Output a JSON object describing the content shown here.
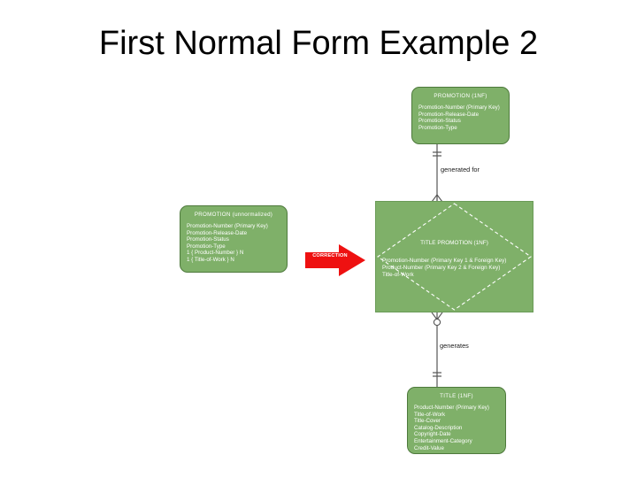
{
  "slide": {
    "title": "First Normal Form Example 2"
  },
  "colors": {
    "entity_fill": "#7fb069",
    "entity_border": "#4e7a3c",
    "arrow_red": "#ee1111",
    "text_white": "#ffffff",
    "text_black": "#000000",
    "background": "#ffffff"
  },
  "diagram": {
    "entities": [
      {
        "id": "promotion-unnormalized",
        "title": "PROMOTION (unnormalized)",
        "attributes": [
          "Promotion-Number (Primary Key)",
          "Promotion-Release-Date",
          "Promotion-Status",
          "Promotion-Type",
          "1 { Product-Number } N",
          "1 { Title-of-Work } N"
        ]
      },
      {
        "id": "promotion-1nf",
        "title": "PROMOTION (1NF)",
        "attributes": [
          "Promotion-Number (Primary Key)",
          "Promotion-Release-Date",
          "Promotion-Status",
          "Promotion-Type"
        ]
      },
      {
        "id": "title-promotion-1nf",
        "title": "TITLE PROMOTION (1NF)",
        "attributes": [
          "Promotion-Number (Primary Key 1 & Foreign Key)",
          "Product-Number (Primary Key 2 & Foreign Key)",
          "Title-of-Work"
        ]
      },
      {
        "id": "title-1nf",
        "title": "TITLE (1NF)",
        "attributes": [
          "Product-Number (Primary Key)",
          "Title-of-Work",
          "Title-Cover",
          "Catalog-Description",
          "Copyright-Date",
          "Entertainment-Category",
          "Credit-Value"
        ]
      }
    ],
    "relationships": [
      {
        "id": "generated-for",
        "label": "generated for",
        "from": "promotion-1nf",
        "to": "title-promotion-1nf"
      },
      {
        "id": "generates",
        "label": "generates",
        "from": "title-promotion-1nf",
        "to": "title-1nf"
      }
    ],
    "annotation": {
      "id": "correction-arrow",
      "label": "CORRECTION"
    }
  }
}
